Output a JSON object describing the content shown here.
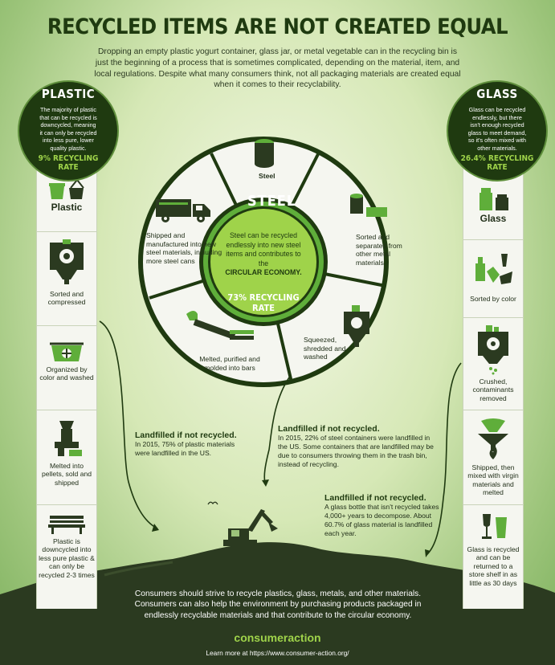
{
  "title": "RECYCLED ITEMS ARE NOT CREATED EQUAL",
  "intro": "Dropping an empty plastic yogurt container, glass jar, or metal vegetable can in the recycling bin is just the beginning of a process that is sometimes complicated, depending on the material, item, and local regulations. Despite what many consumers think, not all packaging materials are created equal when it comes to their recyclability.",
  "plastic": {
    "heading": "PLASTIC",
    "summary": "The majority of plastic that can be recycled is downcycled, meaning it can only be recycled into less pure, lower quality plastic.",
    "rate": "9% RECYCLING RATE",
    "steps": [
      "Plastic",
      "Sorted and compressed",
      "Organized by color and washed",
      "Melted into pellets, sold and shipped",
      "Plastic is downcycled into less pure plastic & can only be recycled 2-3 times"
    ]
  },
  "glass": {
    "heading": "GLASS",
    "summary": "Glass can be recycled endlessly, but there isn't enough recycled glass to meet demand, so it's often mixed with other materials.",
    "rate": "26.4% RECYCLING RATE",
    "steps": [
      "Glass",
      "Sorted by color",
      "Crushed, contaminants removed",
      "Shipped, then mixed with virgin materials and melted",
      "Glass is recycled and can be returned to a store shelf in as little as 30 days"
    ]
  },
  "steel": {
    "heading": "STEEL",
    "center_text": "Steel can be recycled endlessly into new steel items and contributes to the",
    "center_emphasis": "CIRCULAR ECONOMY.",
    "rate": "73% RECYCLING RATE",
    "steps": [
      "Steel",
      "Sorted and separated from other metal materials",
      "Squeezed, shredded and washed",
      "Melted, purified and molded into bars",
      "Shipped and manufactured into new steel materials, including more steel cans"
    ]
  },
  "landfill": {
    "plastic": {
      "heading": "Landfilled if not recycled.",
      "body": "In 2015, 75% of plastic materials were landfilled in the US."
    },
    "steel": {
      "heading": "Landfilled if not recycled.",
      "body": "In 2015, 22% of steel containers were landfilled in the US. Some containers that are landfilled may be due to consumers throwing them in the trash bin, instead of recycling."
    },
    "glass": {
      "heading": "Landfilled if not recycled.",
      "body": "A glass bottle that isn't recycled takes 4,000+ years to decompose. About 60.7% of glass material is landfilled each year."
    }
  },
  "footer": {
    "message": "Consumers should strive to recycle plastics, glass, metals, and other materials. Consumers can also help the environment by purchasing products packaged in endlessly recyclable materials and that contribute to the circular economy.",
    "brand": "consumeraction",
    "learn_more": "Learn more at https://www.consumer-action.org/"
  },
  "colors": {
    "dark_green": "#1f3a10",
    "accent_green": "#9fd34a",
    "icon_green": "#5fae3a",
    "panel": "#f5f6f0"
  }
}
